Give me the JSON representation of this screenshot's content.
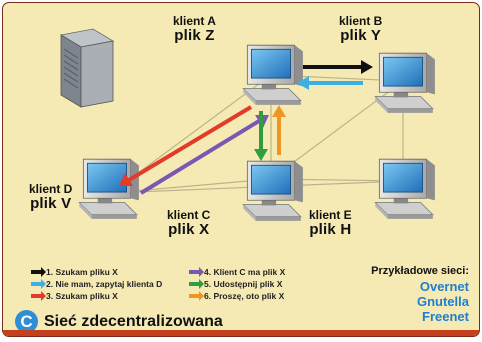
{
  "nodes": {
    "a": {
      "client": "klient A",
      "file": "plik Z"
    },
    "b": {
      "client": "klient B",
      "file": "plik Y"
    },
    "c": {
      "client": "klient C",
      "file": "plik X"
    },
    "d": {
      "client": "klient D",
      "file": "plik V"
    },
    "e": {
      "client": "klient E",
      "file": "plik H"
    }
  },
  "legend": [
    {
      "text": "1. Szukam pliku X",
      "color": "#111111"
    },
    {
      "text": "2. Nie mam, zapytaj klienta D",
      "color": "#3AB0E5"
    },
    {
      "text": "3. Szukam pliku X",
      "color": "#E23B2A"
    },
    {
      "text": "4. Klient C ma plik X",
      "color": "#7B57B2"
    },
    {
      "text": "5. Udostępnij plik X",
      "color": "#2E9E3E"
    },
    {
      "text": "6. Proszę, oto plik X",
      "color": "#F09524"
    }
  ],
  "examples": {
    "title": "Przykładowe sieci:",
    "networks": [
      "Overnet",
      "Gnutella",
      "Freenet"
    ]
  },
  "footer": {
    "badge": "C",
    "title": "Sieć zdecentralizowana"
  },
  "colors": {
    "background": "#F6EAB4",
    "monitor_screen": "#2A8FD8",
    "accent_blue": "#1E7FD0",
    "frame_red": "#C5411E"
  }
}
